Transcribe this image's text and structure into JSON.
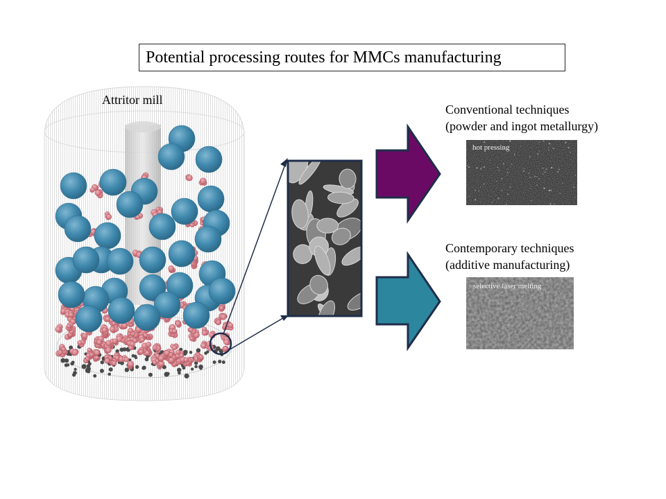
{
  "title": "Potential processing routes for MMCs manufacturing",
  "mill_label": "Attritor mill",
  "routes": [
    {
      "line1": "Conventional  techniques",
      "line2": "(powder and ingot metallurgy)",
      "micrograph_label": "hot pressing",
      "arrow_color": "#6b0a64"
    },
    {
      "line1": "Contemporary  techniques",
      "line2": "(additive manufacturing)",
      "micrograph_label": "selective laser melting",
      "arrow_color": "#2c869e"
    }
  ],
  "colors": {
    "ball": "#3f88ad",
    "powder": "#c96f78",
    "fine_particles": "#4a4a4a",
    "outline": "#1f2d4a"
  }
}
